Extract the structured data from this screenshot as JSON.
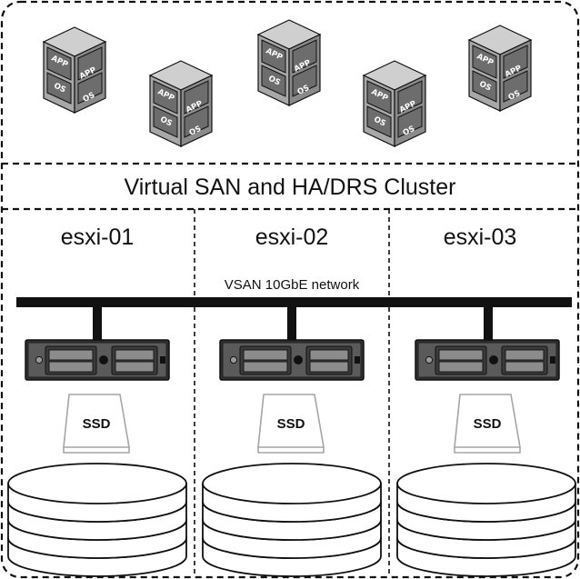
{
  "cluster": {
    "title": "Virtual SAN and HA/DRS Cluster"
  },
  "network": {
    "label": "VSAN 10GbE network"
  },
  "hosts": [
    {
      "name": "esxi-01",
      "ssd_label": "SSD"
    },
    {
      "name": "esxi-02",
      "ssd_label": "SSD"
    },
    {
      "name": "esxi-03",
      "ssd_label": "SSD"
    }
  ],
  "vms": [
    {
      "app_left": "APP",
      "app_right": "APP",
      "os_left": "OS",
      "os_right": "OS"
    },
    {
      "app_left": "APP",
      "app_right": "APP",
      "os_left": "OS",
      "os_right": "OS"
    },
    {
      "app_left": "APP",
      "app_right": "APP",
      "os_left": "OS",
      "os_right": "OS"
    },
    {
      "app_left": "APP",
      "app_right": "APP",
      "os_left": "OS",
      "os_right": "OS"
    },
    {
      "app_left": "APP",
      "app_right": "APP",
      "os_left": "OS",
      "os_right": "OS"
    }
  ],
  "colors": {
    "outline": "#111111",
    "vm_face": "#8f8f8f",
    "vm_top": "#c9c9c9",
    "server_body": "#5a5a5a",
    "disk_fill": "#ffffff"
  }
}
